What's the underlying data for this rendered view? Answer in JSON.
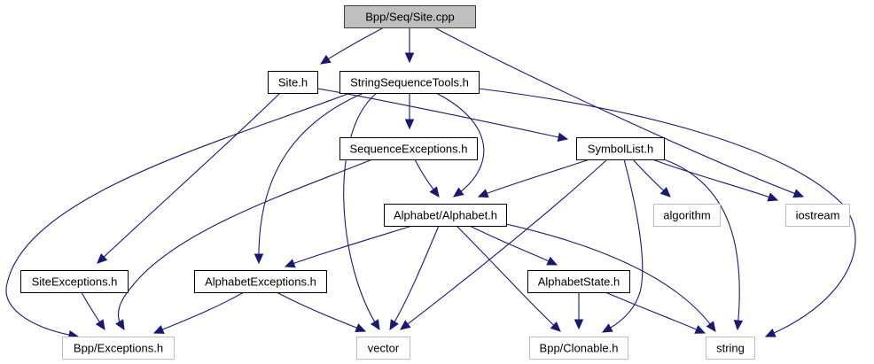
{
  "diagram": {
    "type": "include-dependency-graph",
    "colors": {
      "edge": "#191970",
      "root_fill": "#bfbfbf",
      "root_border": "#404040",
      "documented_border": "#000000",
      "external_border": "#bfbfbf",
      "node_fill": "#ffffff"
    },
    "nodes": [
      {
        "id": "site_cpp",
        "label": "Bpp/Seq/Site.cpp",
        "kind": "root"
      },
      {
        "id": "site_h",
        "label": "Site.h",
        "kind": "documented"
      },
      {
        "id": "stringseqtools_h",
        "label": "StringSequenceTools.h",
        "kind": "documented"
      },
      {
        "id": "seqexceptions_h",
        "label": "SequenceExceptions.h",
        "kind": "documented"
      },
      {
        "id": "symbollist_h",
        "label": "SymbolList.h",
        "kind": "documented"
      },
      {
        "id": "alphabet_h",
        "label": "Alphabet/Alphabet.h",
        "kind": "documented"
      },
      {
        "id": "algorithm",
        "label": "algorithm",
        "kind": "external"
      },
      {
        "id": "iostream",
        "label": "iostream",
        "kind": "external"
      },
      {
        "id": "siteexceptions_h",
        "label": "SiteExceptions.h",
        "kind": "documented"
      },
      {
        "id": "alphabetexceptions_h",
        "label": "AlphabetExceptions.h",
        "kind": "documented"
      },
      {
        "id": "alphabetstate_h",
        "label": "AlphabetState.h",
        "kind": "documented"
      },
      {
        "id": "exceptions_h",
        "label": "Bpp/Exceptions.h",
        "kind": "external"
      },
      {
        "id": "vector",
        "label": "vector",
        "kind": "external"
      },
      {
        "id": "clonable_h",
        "label": "Bpp/Clonable.h",
        "kind": "external"
      },
      {
        "id": "string",
        "label": "string",
        "kind": "external"
      }
    ],
    "edges": [
      {
        "from": "site_cpp",
        "to": "site_h"
      },
      {
        "from": "site_cpp",
        "to": "stringseqtools_h"
      },
      {
        "from": "site_cpp",
        "to": "iostream"
      },
      {
        "from": "site_h",
        "to": "symbollist_h"
      },
      {
        "from": "site_h",
        "to": "siteexceptions_h"
      },
      {
        "from": "stringseqtools_h",
        "to": "seqexceptions_h"
      },
      {
        "from": "stringseqtools_h",
        "to": "alphabet_h"
      },
      {
        "from": "stringseqtools_h",
        "to": "exceptions_h"
      },
      {
        "from": "stringseqtools_h",
        "to": "alphabetexceptions_h"
      },
      {
        "from": "stringseqtools_h",
        "to": "vector"
      },
      {
        "from": "stringseqtools_h",
        "to": "string"
      },
      {
        "from": "seqexceptions_h",
        "to": "alphabet_h"
      },
      {
        "from": "seqexceptions_h",
        "to": "exceptions_h"
      },
      {
        "from": "symbollist_h",
        "to": "alphabet_h"
      },
      {
        "from": "symbollist_h",
        "to": "vector"
      },
      {
        "from": "symbollist_h",
        "to": "clonable_h"
      },
      {
        "from": "symbollist_h",
        "to": "algorithm"
      },
      {
        "from": "symbollist_h",
        "to": "iostream"
      },
      {
        "from": "symbollist_h",
        "to": "string"
      },
      {
        "from": "alphabet_h",
        "to": "alphabetexceptions_h"
      },
      {
        "from": "alphabet_h",
        "to": "vector"
      },
      {
        "from": "alphabet_h",
        "to": "clonable_h"
      },
      {
        "from": "alphabet_h",
        "to": "alphabetstate_h"
      },
      {
        "from": "alphabet_h",
        "to": "string"
      },
      {
        "from": "siteexceptions_h",
        "to": "exceptions_h"
      },
      {
        "from": "alphabetexceptions_h",
        "to": "exceptions_h"
      },
      {
        "from": "alphabetexceptions_h",
        "to": "vector"
      },
      {
        "from": "alphabetstate_h",
        "to": "clonable_h"
      },
      {
        "from": "alphabetstate_h",
        "to": "string"
      }
    ]
  }
}
